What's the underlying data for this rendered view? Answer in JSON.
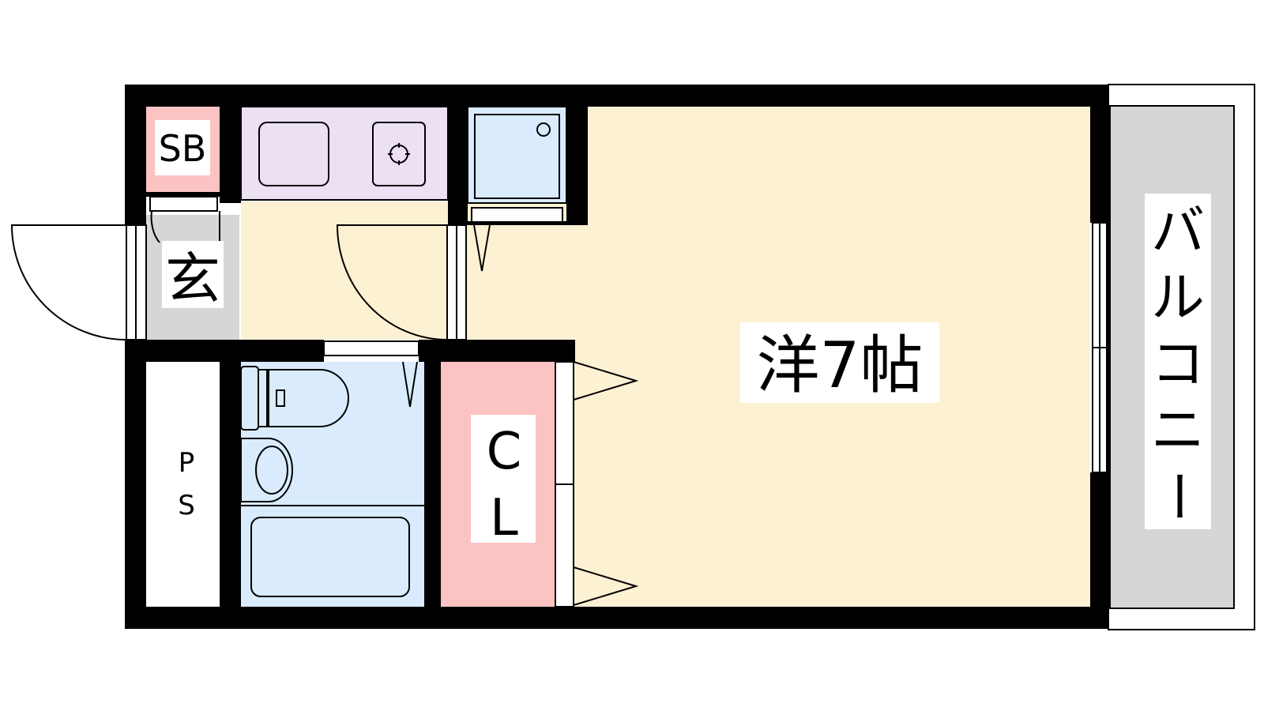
{
  "floor_plan": {
    "rooms": {
      "shoe_box": "SB",
      "entrance": "玄",
      "pipe_space_line1": "P",
      "pipe_space_line2": "S",
      "closet_line1": "C",
      "closet_line2": "L",
      "western_room": "洋7帖",
      "balcony_chars": [
        "バ",
        "ル",
        "コ",
        "ニ",
        "ー"
      ]
    },
    "colors": {
      "wall": "#000000",
      "room_floor": "#fdf1d3",
      "kitchen": "#ece0f3",
      "wet_area": "#d9ebfc",
      "closet": "#fcc3c3",
      "shoe_box": "#fcc3c3",
      "entrance": "#d6d6d6",
      "balcony": "#d6d6d6"
    }
  }
}
